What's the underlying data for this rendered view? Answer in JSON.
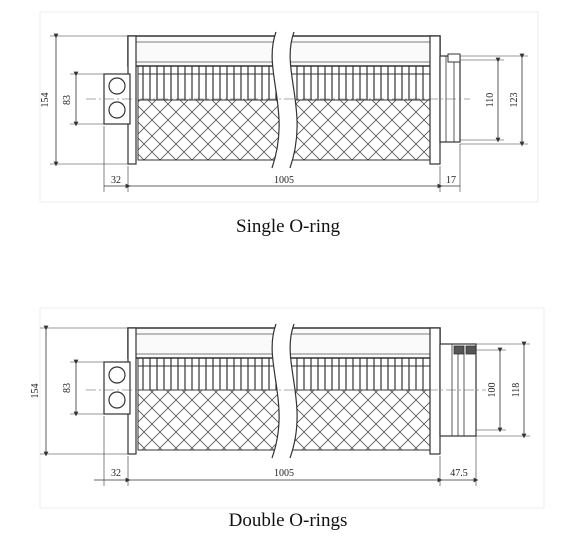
{
  "diagram_1": {
    "caption": "Single O-ring",
    "dim_height_total": "154",
    "dim_height_flange": "83",
    "dim_left": "32",
    "dim_length": "1005",
    "dim_right": "17",
    "dim_inner_diameter": "110",
    "dim_outer_diameter": "123"
  },
  "diagram_2": {
    "caption": "Double O-rings",
    "dim_height_total": "154",
    "dim_height_flange": "83",
    "dim_left": "32",
    "dim_length": "1005",
    "dim_right": "47.5",
    "dim_inner_diameter": "100",
    "dim_outer_diameter": "118"
  },
  "colors": {
    "line": "#333333",
    "frame": "#f0f0f0"
  }
}
